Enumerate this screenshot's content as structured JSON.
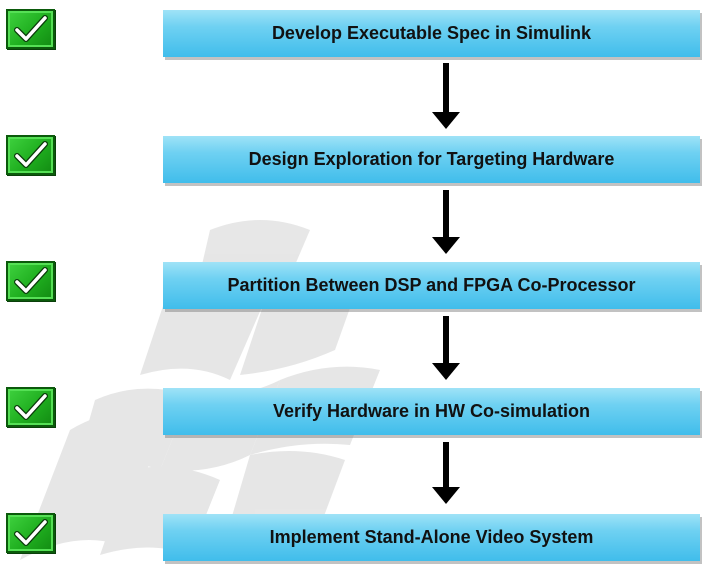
{
  "diagram": {
    "steps": [
      {
        "label": "Develop Executable Spec in Simulink",
        "completed": true
      },
      {
        "label": "Design Exploration for Targeting Hardware",
        "completed": true
      },
      {
        "label": "Partition Between DSP and FPGA Co-Processor",
        "completed": true
      },
      {
        "label": "Verify Hardware in HW Co-simulation",
        "completed": true
      },
      {
        "label": "Implement Stand-Alone Video System",
        "completed": true
      }
    ],
    "colors": {
      "step_fill": "#6fd1f2",
      "check_fill": "#1fae1f",
      "arrow": "#000000",
      "watermark": "#e6e6e6"
    },
    "icons": {
      "status": "checkmark-icon",
      "background": "checkered-flag-watermark"
    }
  }
}
